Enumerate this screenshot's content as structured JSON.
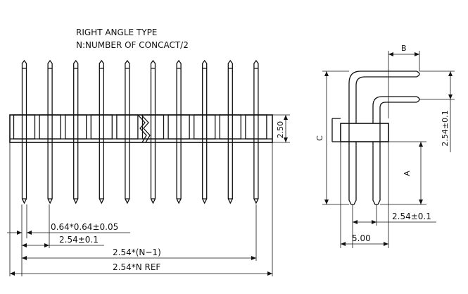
{
  "notes": {
    "line1": "RIGHT ANGLE TYPE",
    "line2": "N:NUMBER OF CONCACT/2"
  },
  "dimensions": {
    "pin_size": "0.64*0.64±0.05",
    "pitch": "2.54±0.1",
    "span_n_minus_1": "2.54*(N−1)",
    "overall_ref": "2.54*N REF",
    "housing_height": "2.50",
    "side_b": "B",
    "side_c": "C",
    "side_a": "A",
    "side_row_pitch": "2.54±0.1",
    "side_bottom_pitch": "2.54±0.1",
    "side_width": "5.00"
  },
  "front_view": {
    "pin_count": 10,
    "break_after_pin": 5
  }
}
